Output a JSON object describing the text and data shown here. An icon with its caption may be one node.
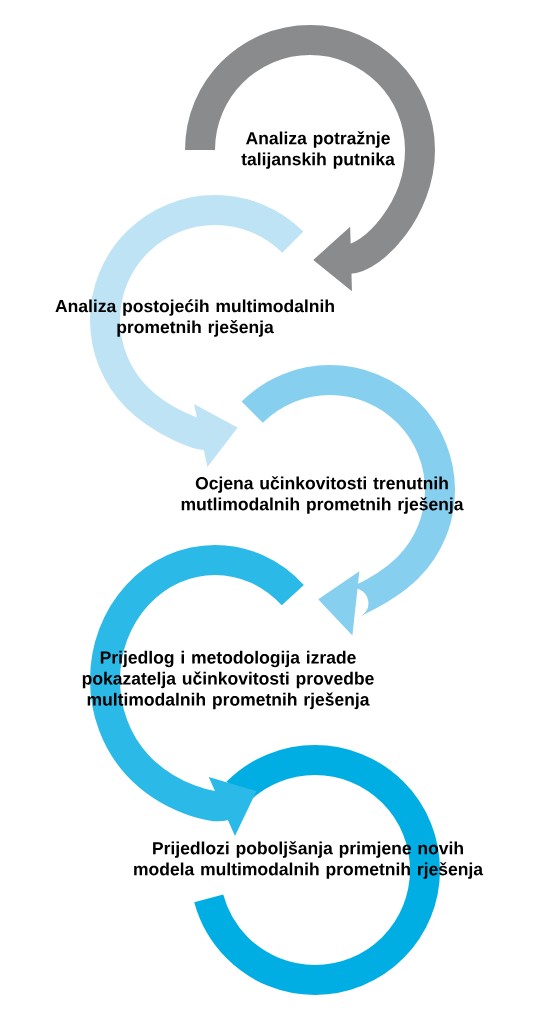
{
  "diagram": {
    "nodes": [
      {
        "text": [
          "Analiza potražnje talijanskih putnika"
        ]
      },
      {
        "text": [
          "Analiza postojećih multimodalnih prometnih rješenja"
        ]
      },
      {
        "text": [
          "Ocjena učinkovitosti trenutnih mutlimodalnih prometnih rješenja"
        ]
      },
      {
        "text": [
          "Prijedlog i metodologija izrade pokazatelja učinkovitosti provedbe multimodalnih prometnih rješenja"
        ]
      },
      {
        "text": [
          "Prijedlozi poboljšanja primjene novih modela multimodalnih prometnih rješenja"
        ]
      }
    ],
    "edges": [
      {
        "from": 0,
        "to": 1,
        "arrow": "to"
      },
      {
        "from": 1,
        "to": 2,
        "arrow": "to",
        "color": "#bde3f5"
      },
      {
        "from": 2,
        "to": 3,
        "arrow": "to",
        "color": "#86cfee"
      },
      {
        "from": 3,
        "to": 4,
        "arrow": "to",
        "color": "#2bb9e7"
      },
      {
        "from": 4,
        "to": 4,
        "arrow": "none",
        "color": "#00aee3"
      }
    ]
  }
}
